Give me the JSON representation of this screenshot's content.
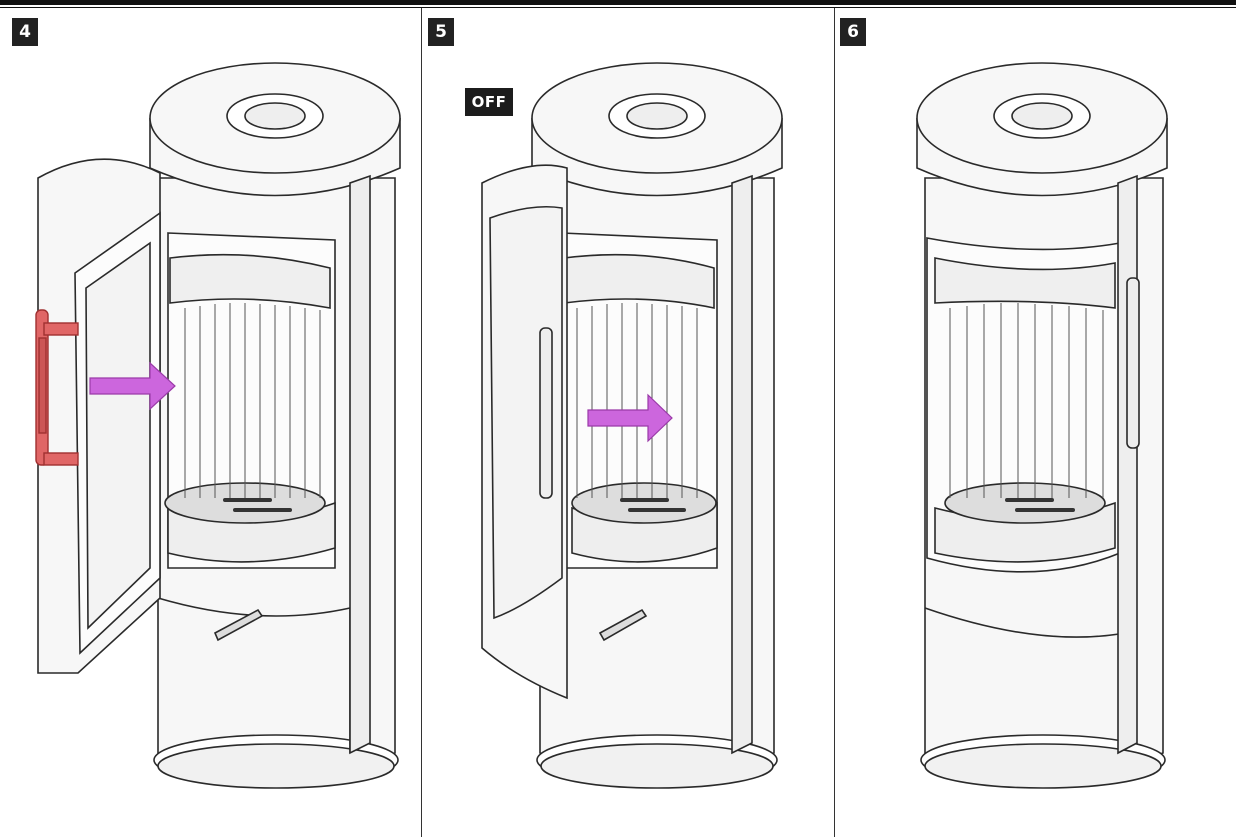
{
  "steps": [
    {
      "number": "4",
      "door": "open-wide",
      "handle_highlight": true,
      "arrow": true
    },
    {
      "number": "5",
      "door": "half-closed",
      "badge": "OFF",
      "arrow": true
    },
    {
      "number": "6",
      "door": "closed",
      "arrow": false
    }
  ],
  "colors": {
    "outline": "#2a2a2a",
    "body_fill": "#f7f7f7",
    "handle_highlight": "#e06666",
    "arrow": "#cc66dd",
    "badge_bg": "#222222",
    "badge_text": "#ffffff"
  }
}
